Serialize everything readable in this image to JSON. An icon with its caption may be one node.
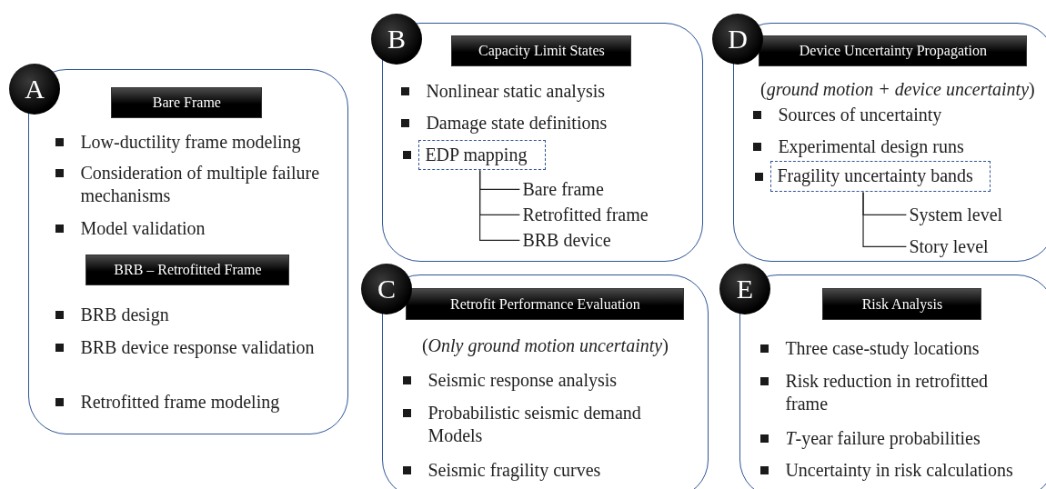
{
  "diagram": {
    "nodes": [
      {
        "text": [
          "Low-ductility frame modeling",
          "Consideration of multiple failure mechanisms",
          "Model validation",
          "BRB design",
          "BRB device response validation",
          "Retrofitted frame modeling"
        ]
      },
      {
        "text": [
          "A"
        ]
      },
      {
        "text": [
          "Bare Frame"
        ],
        "in": 0
      },
      {
        "text": [
          "BRB – Retrofitted Frame"
        ],
        "in": 0
      },
      {
        "text": [
          "Nonlinear static analysis",
          "Damage state definitions"
        ]
      },
      {
        "text": [
          "B"
        ]
      },
      {
        "text": [
          "Capacity Limit States"
        ],
        "in": 4
      },
      {
        "text": [
          "EDP mapping"
        ],
        "in": 4
      },
      {
        "text": [
          "Bare frame"
        ],
        "in": 4
      },
      {
        "text": [
          "Retrofitted frame"
        ],
        "in": 4
      },
      {
        "text": [
          "BRB device"
        ],
        "in": 4
      },
      {
        "text": [
          "(*Only ground motion uncertainty*)",
          "Seismic response analysis",
          "Probabilistic seismic demand Models",
          "Seismic fragility curves"
        ]
      },
      {
        "text": [
          "C"
        ]
      },
      {
        "text": [
          "Retrofit Performance Evaluation"
        ],
        "in": 11
      },
      {
        "text": [
          "(*ground motion + device uncertainty*)",
          "Sources of uncertainty",
          "Experimental design runs"
        ]
      },
      {
        "text": [
          "D"
        ]
      },
      {
        "text": [
          "Device Uncertainty Propagation"
        ],
        "in": 14
      },
      {
        "text": [
          "Fragility uncertainty bands"
        ],
        "in": 14
      },
      {
        "text": [
          "System level"
        ],
        "in": 14
      },
      {
        "text": [
          "Story level"
        ],
        "in": 14
      },
      {
        "text": [
          "Three case-study locations",
          "Risk reduction in retrofitted frame",
          "*T*-year failure probabilities",
          "Uncertainty in risk calculations"
        ]
      },
      {
        "text": [
          "E"
        ]
      },
      {
        "text": [
          "Risk Analysis"
        ],
        "in": 20
      }
    ],
    "edges": [
      {
        "from": 7,
        "to": 8,
        "arrow": "none"
      },
      {
        "from": 7,
        "to": 9,
        "arrow": "none"
      },
      {
        "from": 7,
        "to": 10,
        "arrow": "none"
      },
      {
        "from": 17,
        "to": 18,
        "arrow": "none"
      },
      {
        "from": 17,
        "to": 19,
        "arrow": "none"
      }
    ]
  }
}
